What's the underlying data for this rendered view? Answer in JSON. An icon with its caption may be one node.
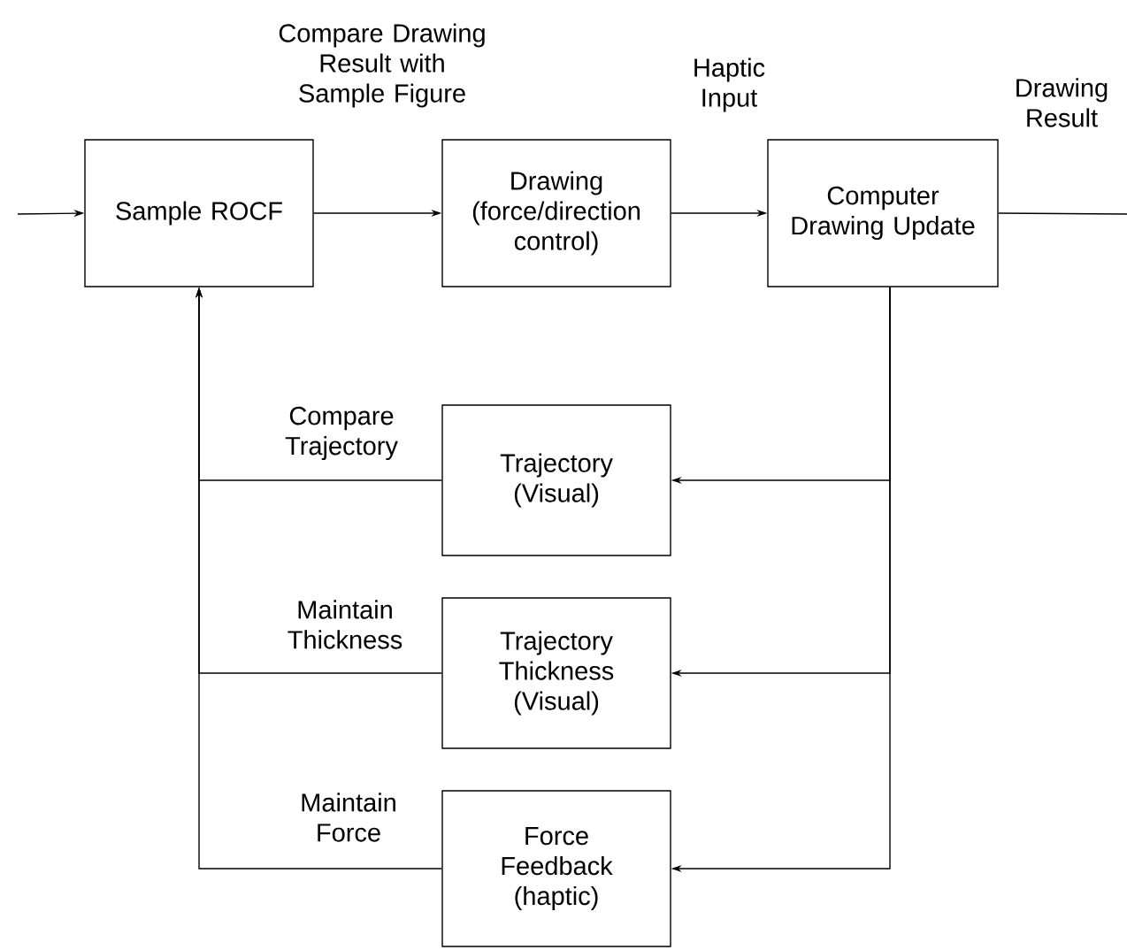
{
  "diagram": {
    "nodes": [
      {
        "text": [
          "Sample ROCF"
        ]
      },
      {
        "text": [
          "Drawing (force/direction control)"
        ]
      },
      {
        "text": [
          "Computer Drawing Update"
        ]
      },
      {
        "text": [
          "Trajectory (Visual)"
        ]
      },
      {
        "text": [
          "Trajectory Thickness (Visual)"
        ]
      },
      {
        "text": [
          "Force Feedback (haptic)"
        ]
      }
    ],
    "edges": [
      {
        "from": null,
        "to": 0,
        "arrow": "to"
      },
      {
        "from": 0,
        "to": 1,
        "arrow": "to",
        "label": "Compare Drawing Result with Sample Figure"
      },
      {
        "from": 1,
        "to": 2,
        "arrow": "to",
        "label": "Haptic Input"
      },
      {
        "from": 2,
        "to": null,
        "arrow": "none",
        "label": "Drawing Result"
      },
      {
        "from": 2,
        "to": 3,
        "arrow": "to"
      },
      {
        "from": 2,
        "to": 4,
        "arrow": "to"
      },
      {
        "from": 2,
        "to": 5,
        "arrow": "to"
      },
      {
        "from": 3,
        "to": 0,
        "arrow": "to",
        "label": "Compare Trajectory"
      },
      {
        "from": 4,
        "to": 0,
        "arrow": "to",
        "label": "Maintain Thickness"
      },
      {
        "from": 5,
        "to": 0,
        "arrow": "to",
        "label": "Maintain Force"
      }
    ]
  }
}
